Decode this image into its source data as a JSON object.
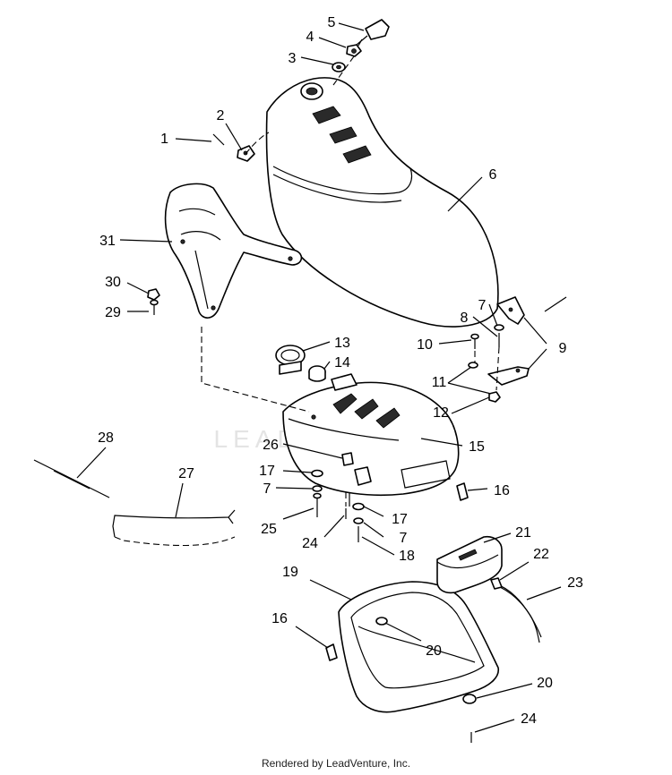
{
  "watermark": "LEADVENTURE",
  "footer": "Rendered by LeadVenture, Inc.",
  "callouts": [
    {
      "id": "c1",
      "label": "1"
    },
    {
      "id": "c2",
      "label": "2"
    },
    {
      "id": "c3",
      "label": "3"
    },
    {
      "id": "c4",
      "label": "4"
    },
    {
      "id": "c5",
      "label": "5"
    },
    {
      "id": "c6",
      "label": "6"
    },
    {
      "id": "c7a",
      "label": "7"
    },
    {
      "id": "c7b",
      "label": "7"
    },
    {
      "id": "c7c",
      "label": "7"
    },
    {
      "id": "c8",
      "label": "8"
    },
    {
      "id": "c9",
      "label": "9"
    },
    {
      "id": "c10",
      "label": "10"
    },
    {
      "id": "c11",
      "label": "11"
    },
    {
      "id": "c12",
      "label": "12"
    },
    {
      "id": "c13",
      "label": "13"
    },
    {
      "id": "c14",
      "label": "14"
    },
    {
      "id": "c15",
      "label": "15"
    },
    {
      "id": "c16a",
      "label": "16"
    },
    {
      "id": "c16b",
      "label": "16"
    },
    {
      "id": "c17a",
      "label": "17"
    },
    {
      "id": "c17b",
      "label": "17"
    },
    {
      "id": "c18",
      "label": "18"
    },
    {
      "id": "c19",
      "label": "19"
    },
    {
      "id": "c20a",
      "label": "20"
    },
    {
      "id": "c20b",
      "label": "20"
    },
    {
      "id": "c21",
      "label": "21"
    },
    {
      "id": "c22",
      "label": "22"
    },
    {
      "id": "c23",
      "label": "23"
    },
    {
      "id": "c24a",
      "label": "24"
    },
    {
      "id": "c24b",
      "label": "24"
    },
    {
      "id": "c25",
      "label": "25"
    },
    {
      "id": "c26",
      "label": "26"
    },
    {
      "id": "c27",
      "label": "27"
    },
    {
      "id": "c28",
      "label": "28"
    },
    {
      "id": "c29",
      "label": "29"
    },
    {
      "id": "c30",
      "label": "30"
    },
    {
      "id": "c31",
      "label": "31"
    }
  ]
}
